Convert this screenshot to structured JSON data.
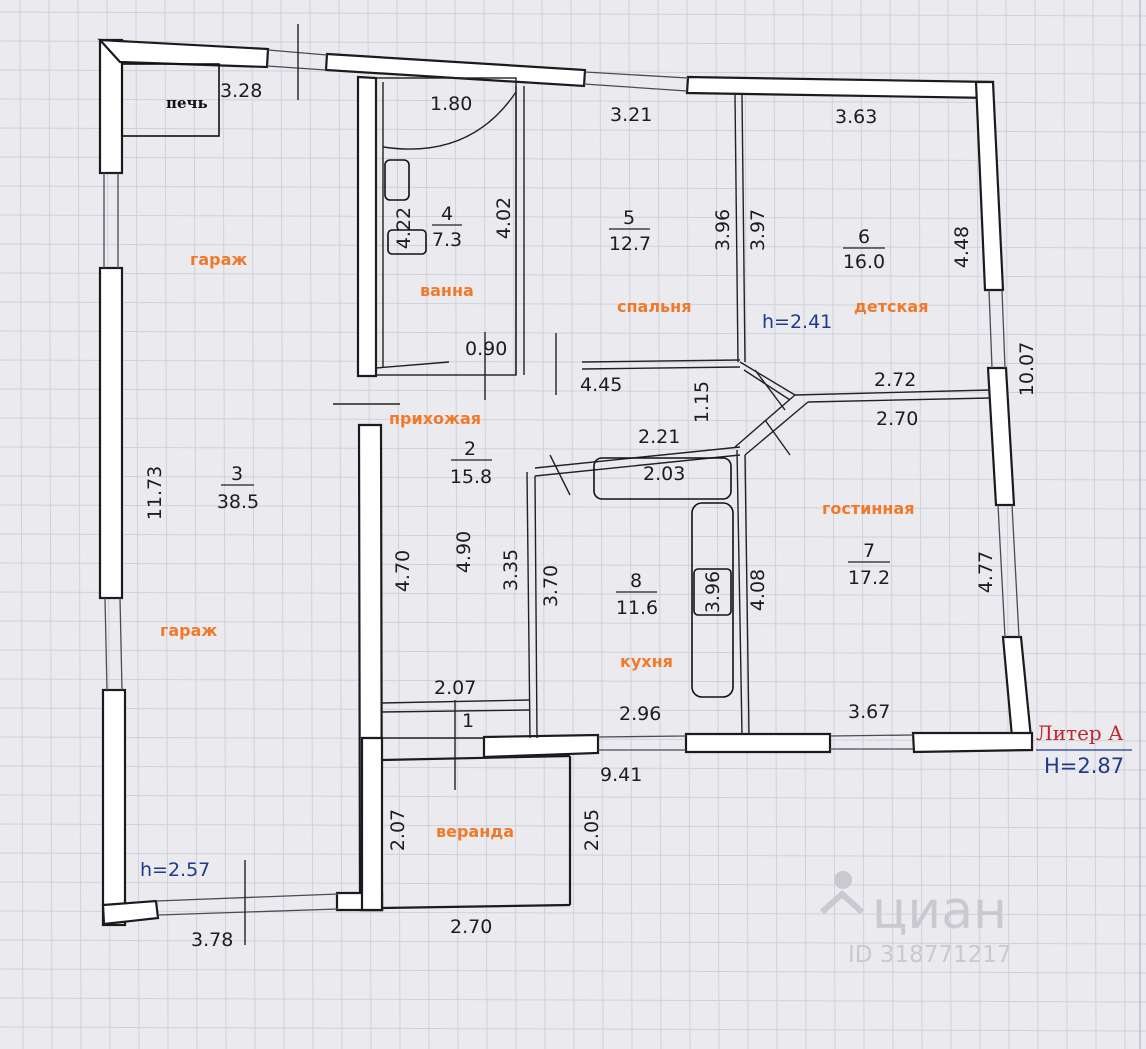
{
  "plan": {
    "liter_label": "Литер А",
    "total_height": "H=2.87",
    "stove_label": "печь",
    "garage_height": "h=2.57",
    "house_height": "h=2.41",
    "watermark_brand": "циан",
    "watermark_id": "ID 318771217",
    "colors": {
      "room_name": "#f07a2a",
      "height_note": "#1f3a8a",
      "liter": "#c0262d",
      "walls": "#1b1b1f"
    },
    "rooms": [
      {
        "number": "4",
        "area": "7.3",
        "name": "ванна"
      },
      {
        "number": "5",
        "area": "12.7",
        "name": "спальня"
      },
      {
        "number": "6",
        "area": "16.0",
        "name": "детская"
      },
      {
        "number": "3",
        "area": "38.5",
        "name": "гараж",
        "name_2": "гараж"
      },
      {
        "number": "2",
        "area": "15.8",
        "name": "прихожая"
      },
      {
        "number": "8",
        "area": "11.6",
        "name": "кухня"
      },
      {
        "number": "7",
        "area": "17.2",
        "name": "гостинная"
      },
      {
        "number": "1",
        "name": "веранда"
      }
    ],
    "dimensions": {
      "garage_top": "3.28",
      "bath_top": "1.80",
      "bath_left": "4.22",
      "bath_left_box": "4.22",
      "bath_right": "4.02",
      "bed_top": "3.21",
      "bed_right": "3.96",
      "kids_left": "3.97",
      "kids_top": "3.63",
      "kids_right": "4.48",
      "east_total": "10.07",
      "door_090": "0.90",
      "hall_445": "4.45",
      "hall_115": "1.15",
      "lr_top_272": "2.72",
      "lr_top_270": "2.70",
      "kit_221": "2.21",
      "kit_counter": "2.03",
      "garage_height_dim": "11.73",
      "hall_470": "4.70",
      "hall_490": "4.90",
      "hall_335": "3.35",
      "kit_370": "3.70",
      "kit_counter_len": "3.96",
      "lr_408": "4.08",
      "lr_477": "4.77",
      "hall_bottom": "2.07",
      "kit_bottom": "2.96",
      "lr_bottom": "3.67",
      "south_total": "9.41",
      "ver_left": "2.07",
      "ver_right": "2.05",
      "ver_bottom": "2.70",
      "garage_bottom": "3.78"
    }
  }
}
